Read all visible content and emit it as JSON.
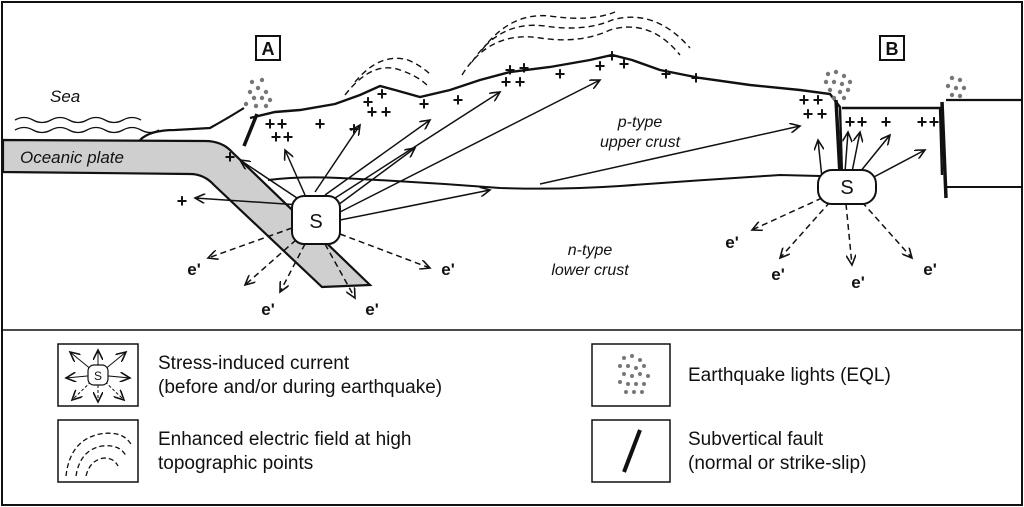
{
  "labels": {
    "sea": "Sea",
    "oceanic_plate": "Oceanic plate",
    "p_type_1": "p-type",
    "p_type_2": "upper crust",
    "n_type_1": "n-type",
    "n_type_2": "lower crust",
    "site_a": "A",
    "site_b": "B",
    "source": "S",
    "electron": "e'",
    "plus": "+"
  },
  "legend": {
    "stress_current_1": "Stress-induced current",
    "stress_current_2": "(before and/or during earthquake)",
    "field_1": "Enhanced electric field at high",
    "field_2": "topographic points",
    "eql": "Earthquake lights (EQL)",
    "fault_1": "Subvertical fault",
    "fault_2": "(normal or strike-slip)"
  },
  "colors": {
    "stroke": "#111111",
    "plate_fill": "#cfcfcf",
    "eql_dot": "#777777"
  }
}
